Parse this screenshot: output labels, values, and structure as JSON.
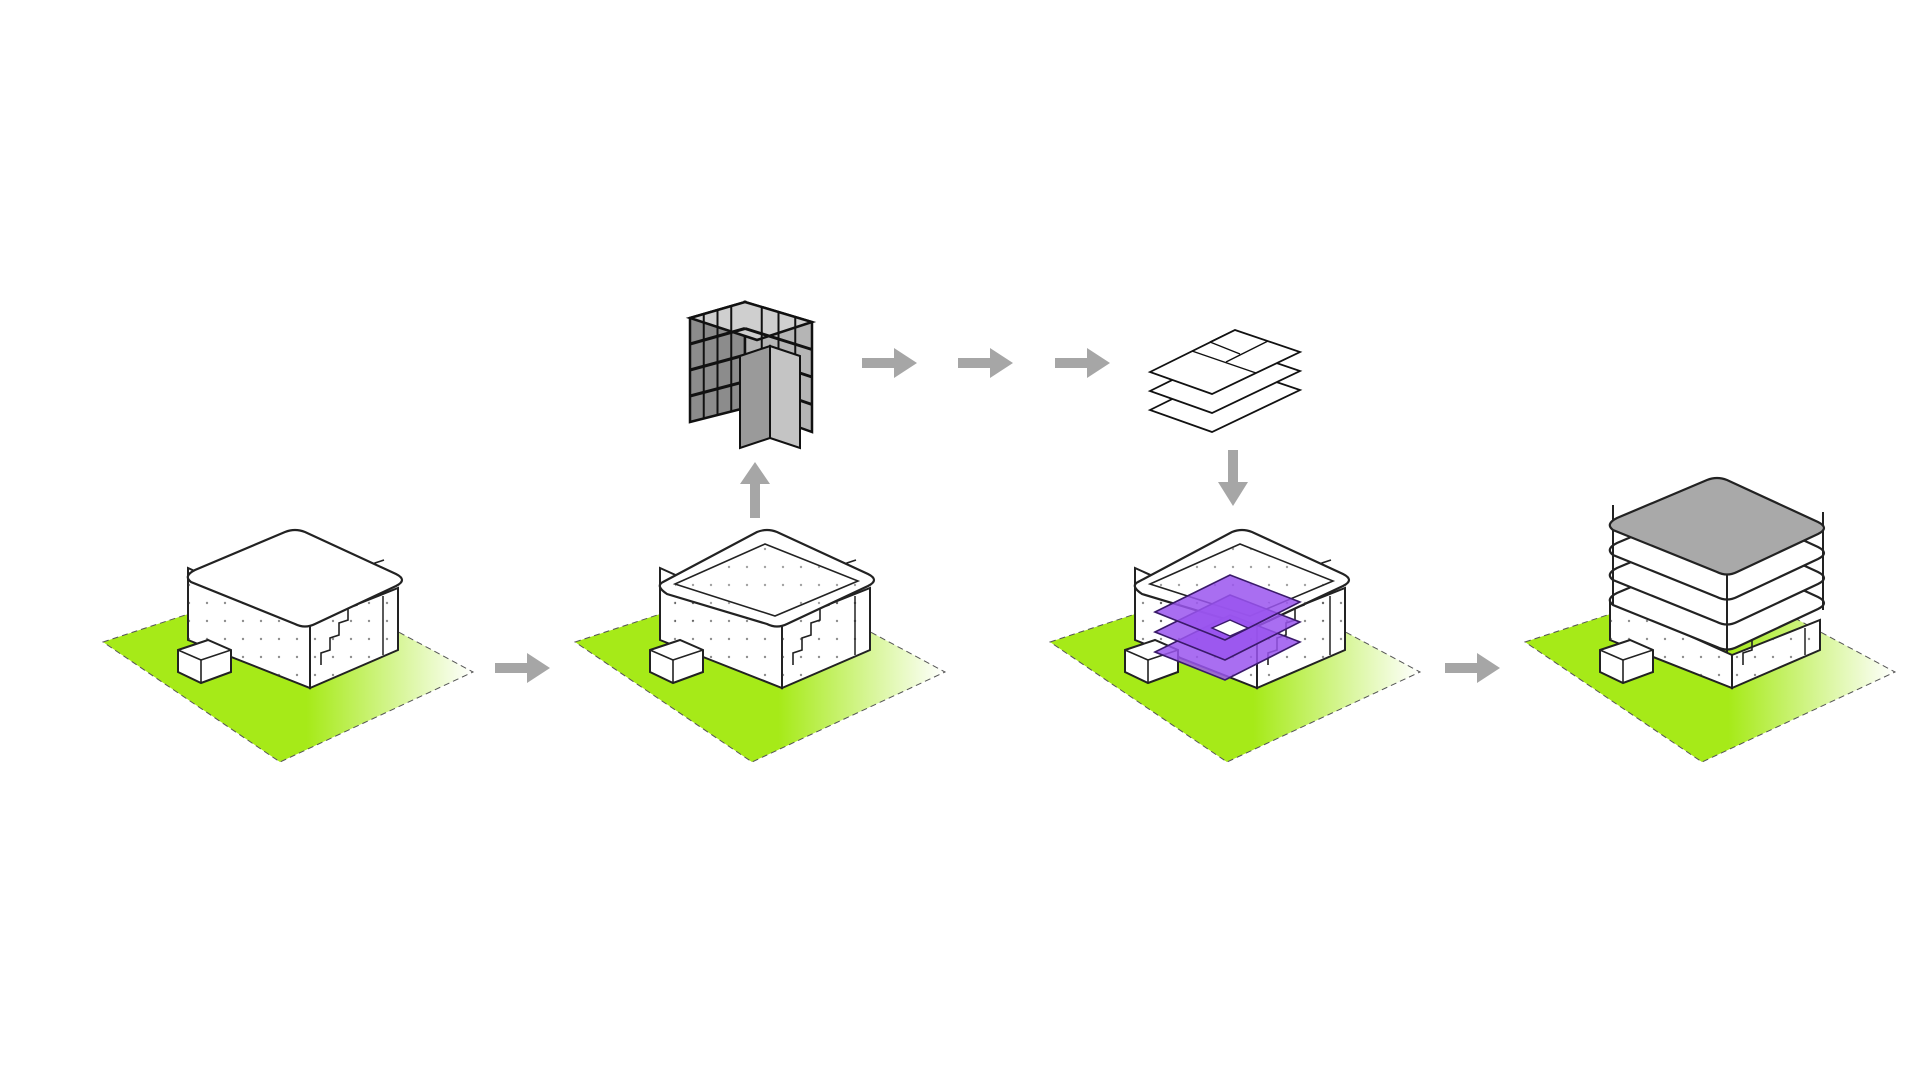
{
  "diagram": {
    "type": "isometric-architecture-process",
    "step_count": 4,
    "colors": {
      "background": "#ffffff",
      "site_green": "#a6ea18",
      "site_fade": "#ffffff",
      "arrow_gray": "#a6a6a6",
      "line_dark": "#222222",
      "roof_gray": "#a9a9a9",
      "floor_purple": "#9a55ee",
      "frame_fill": "#8c8c8c"
    },
    "steps": [
      {
        "id": "step-1",
        "building": "closed-volume"
      },
      {
        "id": "step-2",
        "building": "open-shell"
      },
      {
        "id": "step-3",
        "building": "shell-with-inserted-floors"
      },
      {
        "id": "step-4",
        "building": "volume-with-stacked-roofs"
      }
    ],
    "modules": [
      {
        "id": "structural-frame-module"
      },
      {
        "id": "floor-plate-stack-module"
      }
    ],
    "arrows": [
      {
        "from": "step-1",
        "to": "step-2",
        "direction": "right"
      },
      {
        "from": "step-2",
        "to": "structural-frame-module",
        "direction": "up"
      },
      {
        "from": "structural-frame-module",
        "to": "floor-plate-stack-module",
        "direction": "right",
        "count": 3
      },
      {
        "from": "floor-plate-stack-module",
        "to": "step-3",
        "direction": "down"
      },
      {
        "from": "step-3",
        "to": "step-4",
        "direction": "right"
      }
    ]
  }
}
